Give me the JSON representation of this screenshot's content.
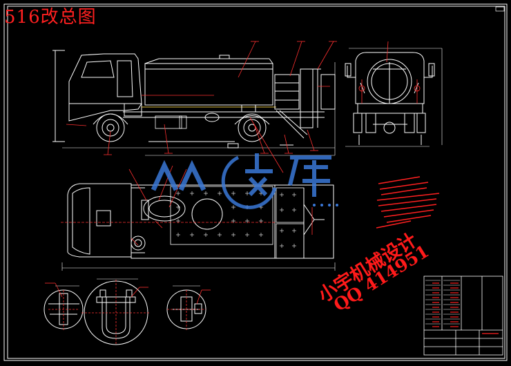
{
  "drawing": {
    "title": "516改总图"
  },
  "watermark": {
    "line1": "小宇机械设计",
    "line2": "QQ 414951"
  },
  "colors": {
    "background": "#000000",
    "lines": "#ffffff",
    "annotation": "#ff2020",
    "leader": "#ff3030",
    "logo": "#3a78d8",
    "accent_yellow": "#e0c040"
  }
}
